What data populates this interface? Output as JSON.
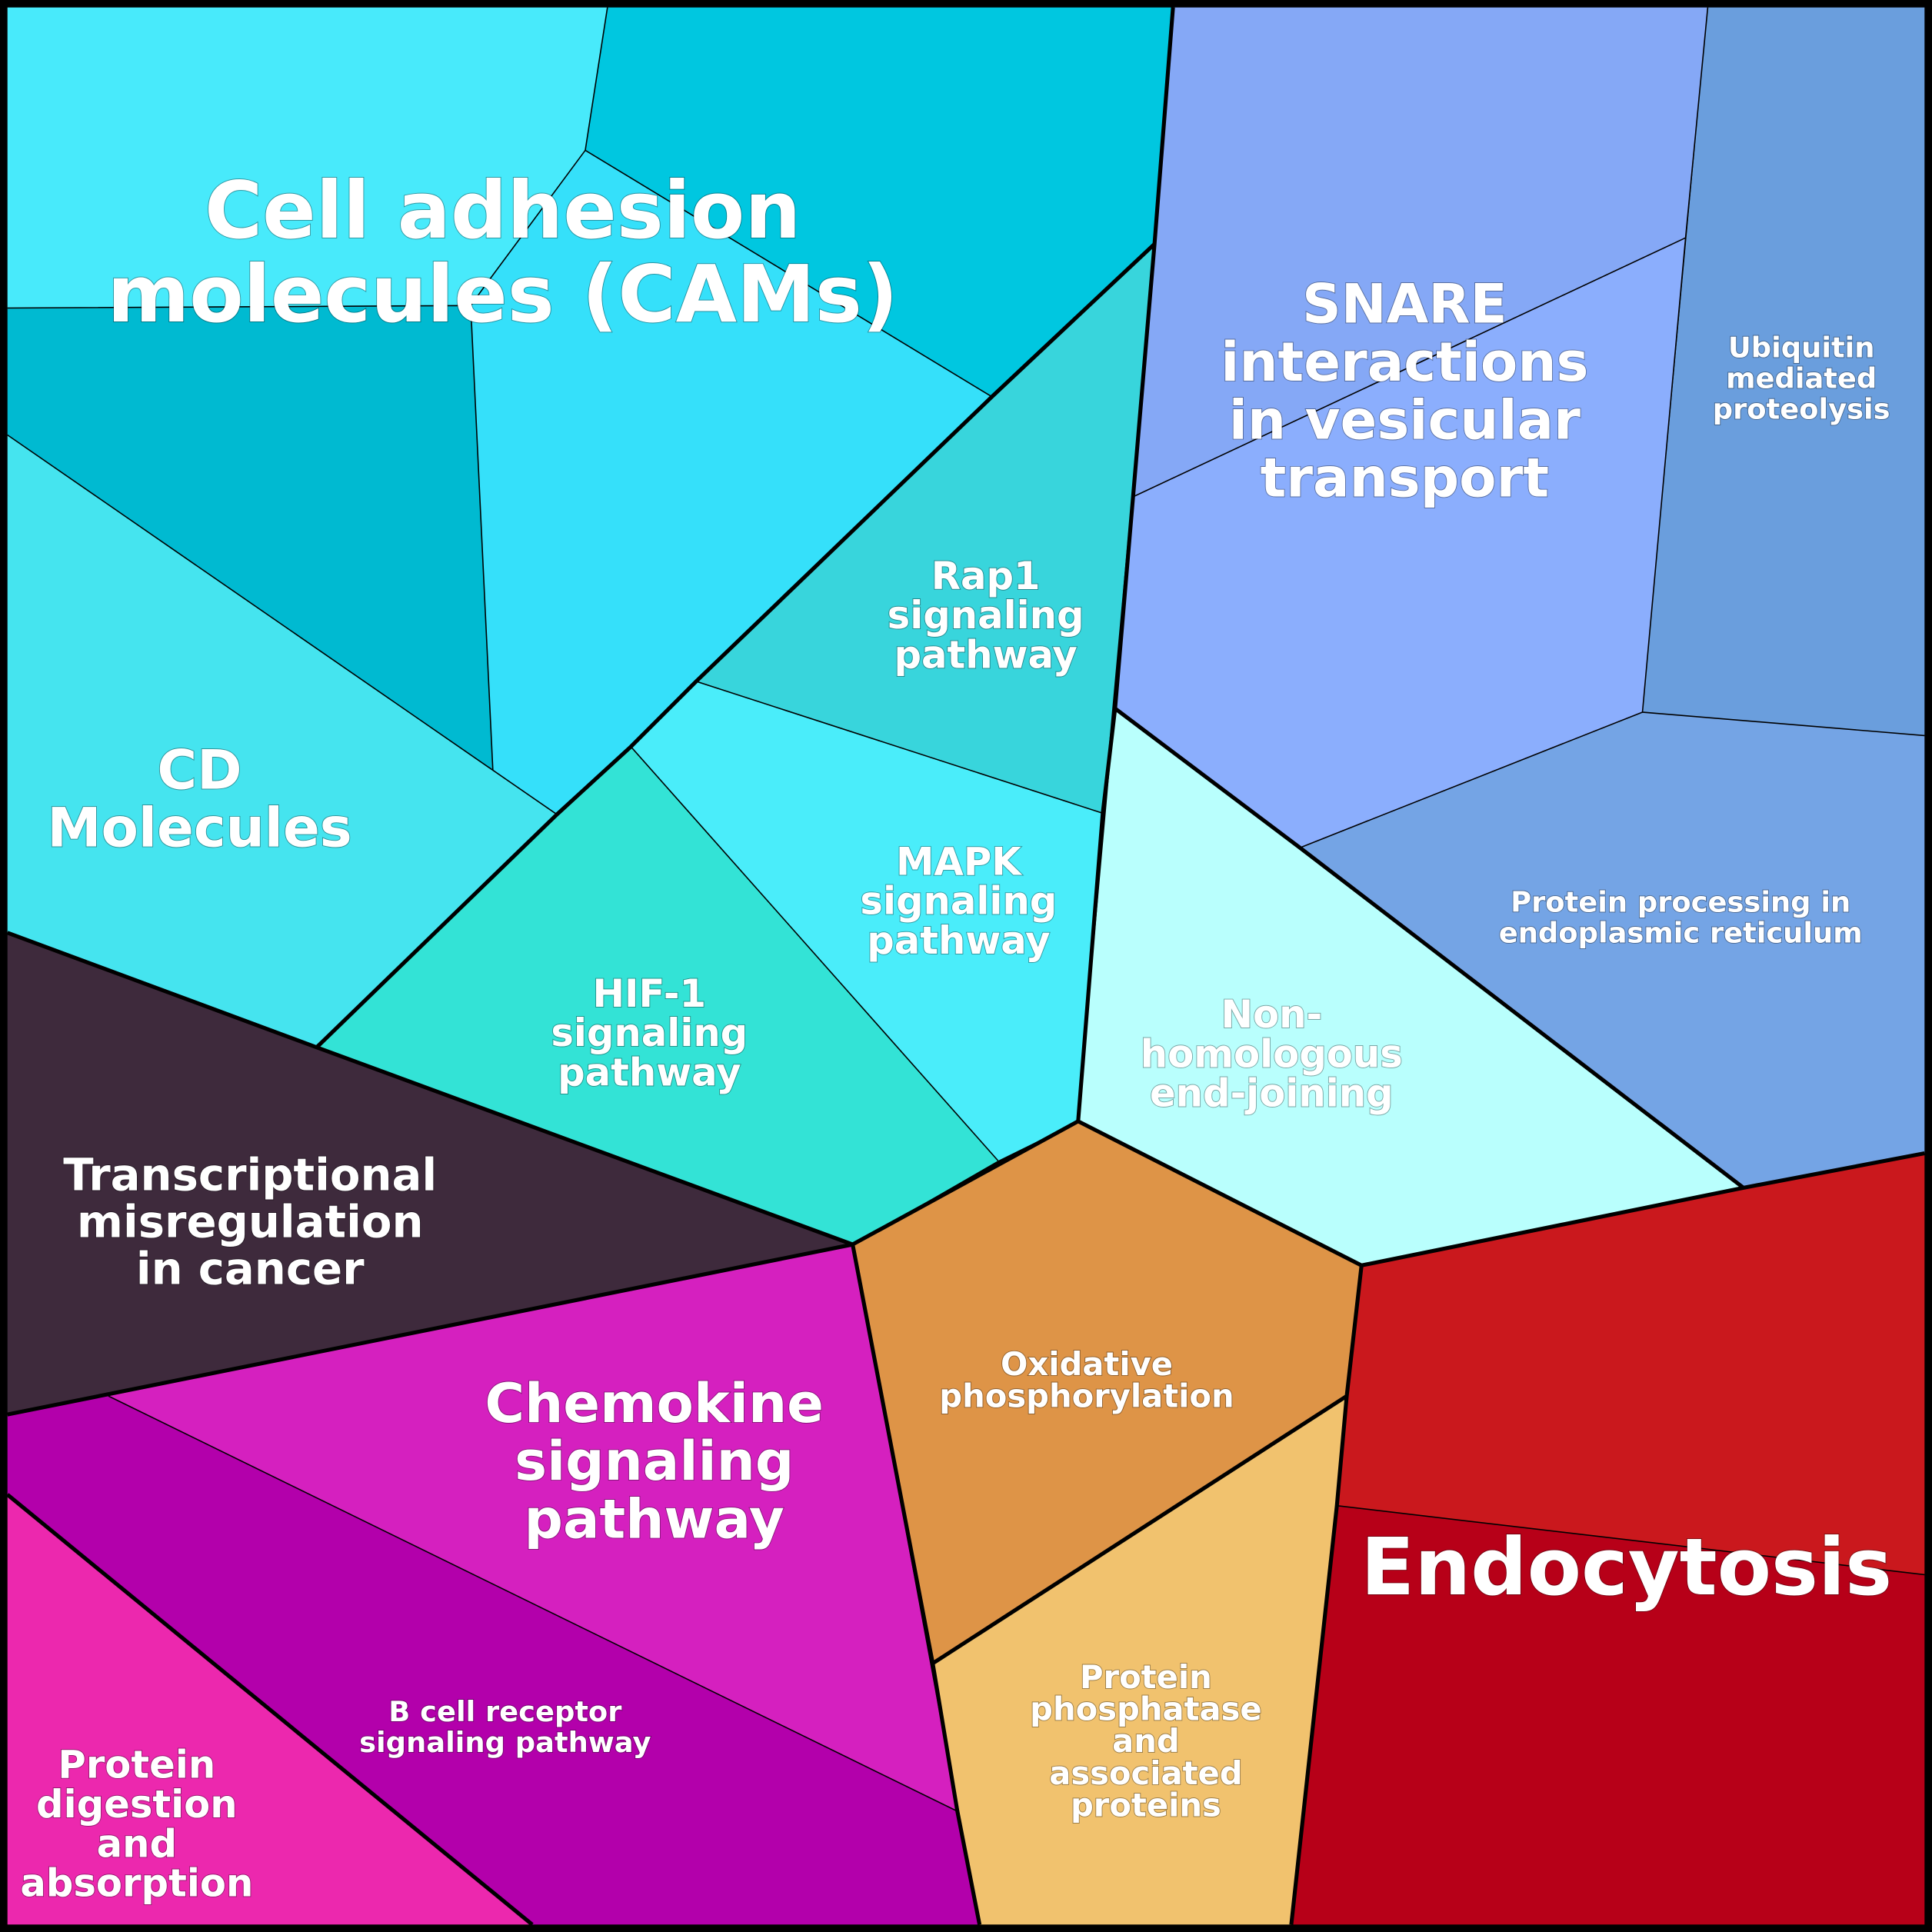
{
  "chart_data": {
    "type": "voronoi-treemap",
    "title": "",
    "groups": [
      {
        "name": "Cell adhesion molecules (CAMs)",
        "color": "#35E0FA",
        "cells": [
          {
            "name": "Cell adhesion molecules (CAMs)",
            "label": [
              "Cell adhesion",
              "molecules (CAMs)"
            ],
            "color": "#48EAFB",
            "label_size": "xl"
          },
          {
            "name": "cams-sub-top-right",
            "label": [],
            "color": "#00C7E0"
          },
          {
            "name": "cams-sub-left",
            "label": [],
            "color": "#00BAD1"
          },
          {
            "name": "cams-sub-center",
            "label": [],
            "color": "#35E0FA"
          },
          {
            "name": "CD Molecules",
            "label": [
              "CD",
              "Molecules"
            ],
            "color": "#45E4EF",
            "label_size": "l"
          },
          {
            "name": "Rap1 signaling pathway",
            "label": [
              "Rap1",
              "signaling",
              "pathway"
            ],
            "color": "#38D5DC",
            "label_size": "m"
          },
          {
            "name": "MAPK signaling pathway",
            "label": [
              "MAPK",
              "signaling",
              "pathway"
            ],
            "color": "#4AEDFA",
            "label_size": "m"
          },
          {
            "name": "HIF-1 signaling pathway",
            "label": [
              "HIF-1",
              "signaling",
              "pathway"
            ],
            "color": "#33E3D6",
            "label_size": "m"
          }
        ]
      },
      {
        "name": "SNARE interactions in vesicular transport",
        "color": "#8BAEFD",
        "cells": [
          {
            "name": "SNARE interactions in vesicular transport",
            "label": [
              "SNARE",
              "interactions",
              "in vesicular",
              "transport"
            ],
            "color": "#85A8F6",
            "label_size": "l"
          },
          {
            "name": "snare-sub-lower",
            "label": [],
            "color": "#8BAEFD"
          },
          {
            "name": "Ubiquitin mediated proteolysis",
            "label": [
              "Ubiquitin",
              "mediated",
              "proteolysis"
            ],
            "color": "#6A9EDD",
            "label_size": "s"
          },
          {
            "name": "Protein processing in endoplasmic reticulum",
            "label": [
              "Protein processing in",
              "endoplasmic reticulum"
            ],
            "color": "#74A4E5",
            "label_size": "s"
          },
          {
            "name": "Non-homologous end-joining",
            "label": [
              "Non-",
              "homologous",
              "end-joining"
            ],
            "color": "#B9FFFD",
            "label_size": "m"
          }
        ]
      },
      {
        "name": "Transcriptional misregulation in cancer",
        "color": "#3E2A3C",
        "cells": [
          {
            "name": "Transcriptional misregulation in cancer",
            "label": [
              "Transcriptional",
              "misregulation",
              "in cancer"
            ],
            "color": "#3E2A3C",
            "label_size": "m2"
          }
        ]
      },
      {
        "name": "Chemokine signaling pathway",
        "color": "#D520BF",
        "cells": [
          {
            "name": "Chemokine signaling pathway",
            "label": [
              "Chemokine",
              "signaling",
              "pathway"
            ],
            "color": "#D520BF",
            "label_size": "l"
          },
          {
            "name": "B cell receptor signaling pathway",
            "label": [
              "B cell receptor",
              "signaling pathway"
            ],
            "color": "#B300AB",
            "label_size": "s"
          },
          {
            "name": "Protein digestion and absorption",
            "label": [
              "Protein",
              "digestion",
              "and",
              "absorption"
            ],
            "color": "#EC28AE",
            "label_size": "m"
          }
        ]
      },
      {
        "name": "Oxidative phosphorylation",
        "color": "#DE9447",
        "cells": [
          {
            "name": "Oxidative phosphorylation",
            "label": [
              "Oxidative",
              "phosphorylation"
            ],
            "color": "#DE9447",
            "label_size": "s2"
          },
          {
            "name": "Protein phosphatase and associated proteins",
            "label": [
              "Protein",
              "phosphatase",
              "and",
              "associated",
              "proteins"
            ],
            "color": "#F1C26E",
            "label_size": "s2"
          }
        ]
      },
      {
        "name": "Endocytosis",
        "color": "#B70018",
        "cells": [
          {
            "name": "endocytosis-sub-top",
            "label": [],
            "color": "#CA181D"
          },
          {
            "name": "Endocytosis",
            "label": [
              "Endocytosis"
            ],
            "color": "#B70018",
            "label_size": "xl"
          }
        ]
      }
    ]
  }
}
